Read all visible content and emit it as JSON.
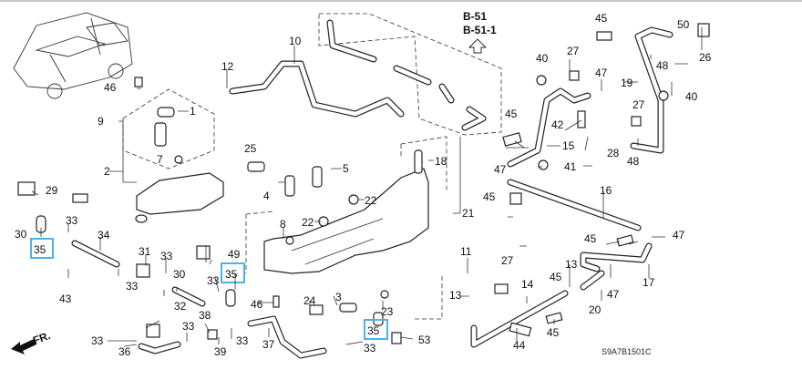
{
  "diagram": {
    "reference_codes": [
      "B-51",
      "B-51-1"
    ],
    "figure_code": "S9A7B1501C",
    "front_indicator": "FR.",
    "highlight_color": "#4ab4e6",
    "highlighted_part": "35",
    "labels": [
      {
        "id": "p1",
        "text": "1"
      },
      {
        "id": "p2",
        "text": "2"
      },
      {
        "id": "p3",
        "text": "3"
      },
      {
        "id": "p4",
        "text": "4"
      },
      {
        "id": "p5",
        "text": "5"
      },
      {
        "id": "p7",
        "text": "7"
      },
      {
        "id": "p8",
        "text": "8"
      },
      {
        "id": "p9",
        "text": "9"
      },
      {
        "id": "p10",
        "text": "10"
      },
      {
        "id": "p11",
        "text": "11"
      },
      {
        "id": "p12",
        "text": "12"
      },
      {
        "id": "p13a",
        "text": "13"
      },
      {
        "id": "p13b",
        "text": "13"
      },
      {
        "id": "p14",
        "text": "14"
      },
      {
        "id": "p15",
        "text": "15"
      },
      {
        "id": "p16",
        "text": "16"
      },
      {
        "id": "p17",
        "text": "17"
      },
      {
        "id": "p18",
        "text": "18"
      },
      {
        "id": "p19",
        "text": "19"
      },
      {
        "id": "p20",
        "text": "20"
      },
      {
        "id": "p21",
        "text": "21"
      },
      {
        "id": "p22a",
        "text": "22"
      },
      {
        "id": "p22b",
        "text": "22"
      },
      {
        "id": "p23",
        "text": "23"
      },
      {
        "id": "p24",
        "text": "24"
      },
      {
        "id": "p25",
        "text": "25"
      },
      {
        "id": "p26",
        "text": "26"
      },
      {
        "id": "p27a",
        "text": "27"
      },
      {
        "id": "p27b",
        "text": "27"
      },
      {
        "id": "p27c",
        "text": "27"
      },
      {
        "id": "p28",
        "text": "28"
      },
      {
        "id": "p29",
        "text": "29"
      },
      {
        "id": "p30a",
        "text": "30"
      },
      {
        "id": "p30b",
        "text": "30"
      },
      {
        "id": "p31",
        "text": "31"
      },
      {
        "id": "p32",
        "text": "32"
      },
      {
        "id": "p33a",
        "text": "33"
      },
      {
        "id": "p33b",
        "text": "33"
      },
      {
        "id": "p33c",
        "text": "33"
      },
      {
        "id": "p33d",
        "text": "33"
      },
      {
        "id": "p33e",
        "text": "33"
      },
      {
        "id": "p33f",
        "text": "33"
      },
      {
        "id": "p33g",
        "text": "33"
      },
      {
        "id": "p33h",
        "text": "33"
      },
      {
        "id": "p34",
        "text": "34"
      },
      {
        "id": "p35a",
        "text": "35"
      },
      {
        "id": "p35b",
        "text": "35"
      },
      {
        "id": "p35c",
        "text": "35"
      },
      {
        "id": "p36",
        "text": "36"
      },
      {
        "id": "p37",
        "text": "37"
      },
      {
        "id": "p38",
        "text": "38"
      },
      {
        "id": "p39",
        "text": "39"
      },
      {
        "id": "p40a",
        "text": "40"
      },
      {
        "id": "p40b",
        "text": "40"
      },
      {
        "id": "p41",
        "text": "41"
      },
      {
        "id": "p42",
        "text": "42"
      },
      {
        "id": "p43",
        "text": "43"
      },
      {
        "id": "p44",
        "text": "44"
      },
      {
        "id": "p45a",
        "text": "45"
      },
      {
        "id": "p45b",
        "text": "45"
      },
      {
        "id": "p45c",
        "text": "45"
      },
      {
        "id": "p45d",
        "text": "45"
      },
      {
        "id": "p45e",
        "text": "45"
      },
      {
        "id": "p45f",
        "text": "45"
      },
      {
        "id": "p46a",
        "text": "46"
      },
      {
        "id": "p46b",
        "text": "46"
      },
      {
        "id": "p47a",
        "text": "47"
      },
      {
        "id": "p47b",
        "text": "47"
      },
      {
        "id": "p47c",
        "text": "47"
      },
      {
        "id": "p47d",
        "text": "47"
      },
      {
        "id": "p48a",
        "text": "48"
      },
      {
        "id": "p48b",
        "text": "48"
      },
      {
        "id": "p49",
        "text": "49"
      },
      {
        "id": "p50",
        "text": "50"
      },
      {
        "id": "p53",
        "text": "53"
      }
    ]
  }
}
